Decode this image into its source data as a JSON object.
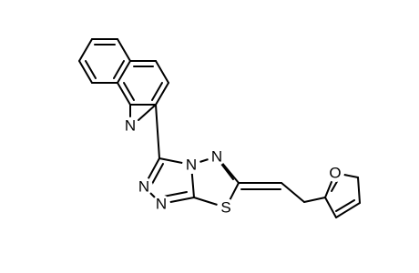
{
  "structure": {
    "atoms": {
      "quinoline_n": "N",
      "triazole_n_bridge": "N",
      "thiadiazole_n": "N",
      "triazole_n_upper": "N",
      "triazole_n_lower": "N",
      "sulfur": "S",
      "furan_o": "O"
    }
  }
}
